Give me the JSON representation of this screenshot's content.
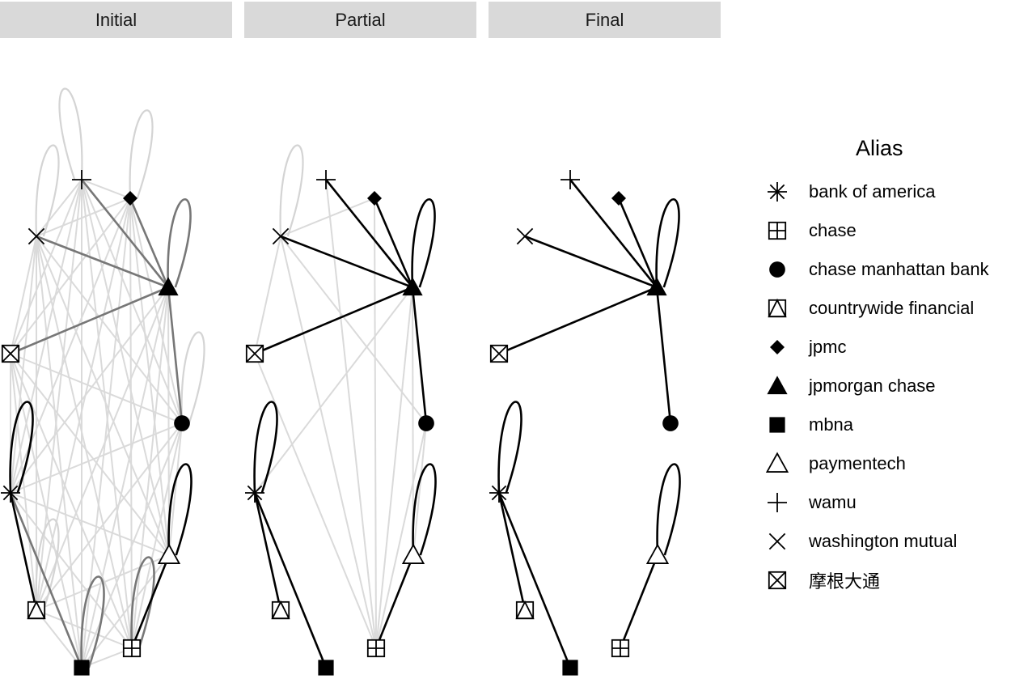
{
  "panels": [
    {
      "id": "initial",
      "label": "Initial"
    },
    {
      "id": "partial",
      "label": "Partial"
    },
    {
      "id": "final",
      "label": "Final"
    }
  ],
  "legend": {
    "title": "Alias",
    "items": [
      {
        "label": "bank of america",
        "shape": "asterisk"
      },
      {
        "label": "chase",
        "shape": "square-plus"
      },
      {
        "label": "chase manhattan bank",
        "shape": "filled-circle"
      },
      {
        "label": "countrywide financial",
        "shape": "square-triangle"
      },
      {
        "label": "jpmc",
        "shape": "filled-diamond"
      },
      {
        "label": "jpmorgan chase",
        "shape": "filled-triangle"
      },
      {
        "label": "mbna",
        "shape": "filled-square"
      },
      {
        "label": "paymentech",
        "shape": "open-triangle"
      },
      {
        "label": "wamu",
        "shape": "plus"
      },
      {
        "label": "washington mutual",
        "shape": "cross"
      },
      {
        "label": "摩根大通",
        "shape": "square-cross"
      }
    ]
  },
  "colors": {
    "strip": "#d9d9d9",
    "edge_strong": "#000000",
    "edge_medium": "#777777",
    "edge_faint": "#d9d9d9"
  }
}
